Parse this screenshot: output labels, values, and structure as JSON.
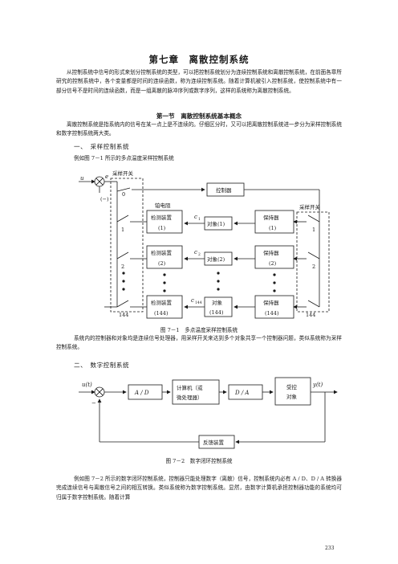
{
  "chapter_title": "第七章　离散控制系统",
  "intro_paragraph": "从控制系统中信号的形式来划分控制系统的类型，可以把控制系统划分为连续控制系统和离散控制系统，在前面各章所研究的控制系统中，各个变量都是时间的连续函数，称为连续控制系统。随着计算机被引入控制系统，使控制系统中有一部分信号不是时间的连续函数，而是一组离散的脉冲序列或数字序列，这样的系统称为离散控制系统。",
  "section_title": "第一节　离散控制系统基本概念",
  "section_paragraph": "离散控制系统是指系统内的信号在某一点上是不连续的。仔细区分时，又可以把离散控制系统进一步分为采样控制系统和数字控制系统两大类。",
  "sub1_title": "一、　采样控制系统",
  "sub1_intro": "例如图 7－1 所示的多点温度采样控制系统",
  "fig1": {
    "input": "u",
    "error": "e",
    "minus": "(−)",
    "sampling_switch_left": "采样开关",
    "sampling_switch_right": "采样开关",
    "controller": "控制器",
    "thermistor": "铂电阻",
    "zero": "0",
    "detect1": "检测装置",
    "detect1_sub": "(1)",
    "detect2": "检测装置",
    "detect2_sub": "(2)",
    "detect144": "检测装置",
    "detect144_sub": "(144)",
    "object1": "对象(1)",
    "object2": "对象(2)",
    "object144": "对象",
    "object144_sub": "(144)",
    "hold1": "保持器",
    "hold1_sub": "(1)",
    "hold2": "保持器",
    "hold2_sub": "(2)",
    "hold144": "保持器",
    "hold144_sub": "(144)",
    "c1": "c",
    "c1_sub": "1",
    "c2": "c",
    "c2_sub": "2",
    "c144": "c",
    "c144_sub": "144",
    "n1": "1",
    "n2": "2",
    "n144": "144",
    "caption": "图 7－1　多点温度采样控制系统"
  },
  "fig1_paragraph": "系统内的控制器和对象均是连续信号处理器，用采样开关来达到多个对象共享一个控制器问题，类似系统称为采样控制系统。",
  "sub2_title": "二、　数字控制系统",
  "fig2": {
    "input": "u(t)",
    "output": "y(t)",
    "minus": "−",
    "ad": "A / D",
    "computer_line1": "计算机（或",
    "computer_line2": "微处理器）",
    "da": "D / A",
    "plant_line1": "受控",
    "plant_line2": "对象",
    "feedback": "反馈装置",
    "caption": "图 7－2　数字闭环控制系统"
  },
  "last_paragraph": "例如图 7－2 所示的数字闭环控制系统，控制器只能处理数字（离散）信号，控制系统内必有 A / D、D / A 转换器完成连续信号与离散信号之间的相互转换。类似系统称为数字控制系统。显然，由数字计算机承担控制器功能的系统均可归属于数字控制系统。随着计算",
  "page_number": "233"
}
